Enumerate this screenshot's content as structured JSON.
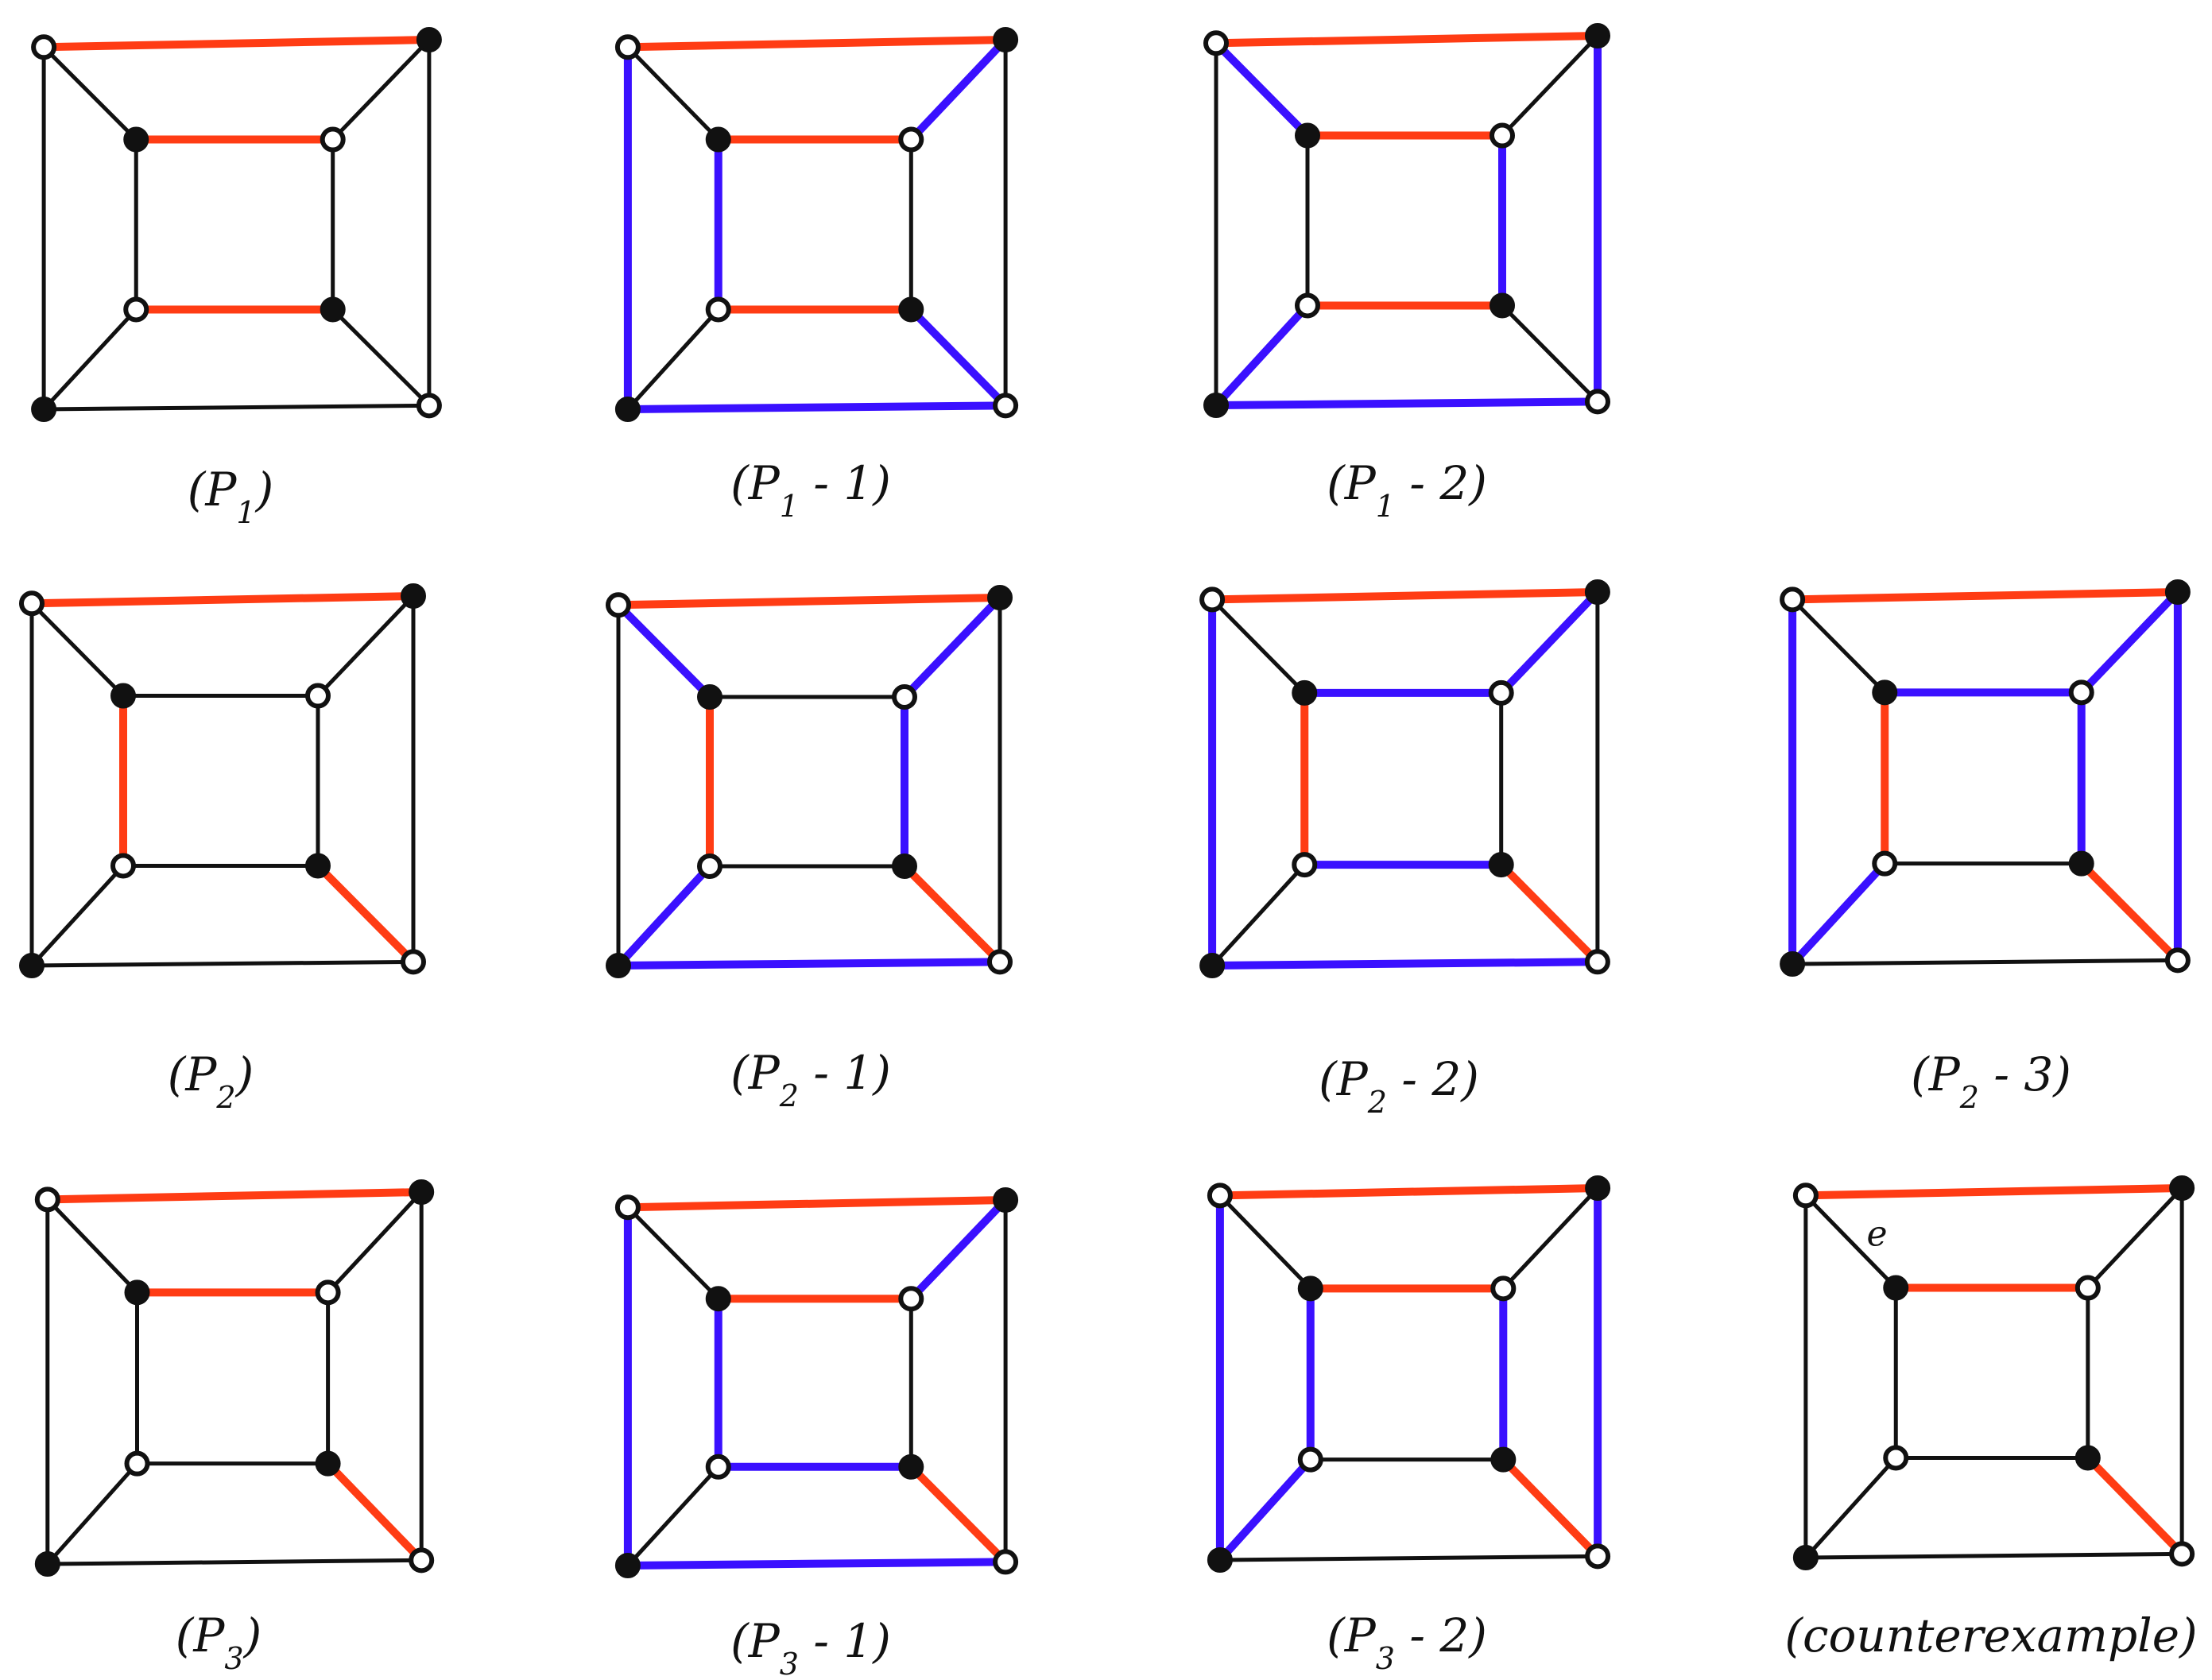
{
  "colors": {
    "red": "#ff3c14",
    "blue": "#3a10ff",
    "black": "#111111",
    "background": "#ffffff"
  },
  "graph": {
    "vertex_order": [
      "outer-top-left",
      "outer-top-right",
      "outer-bottom-right",
      "outer-bottom-left",
      "inner-top-left",
      "inner-top-right",
      "inner-bottom-right",
      "inner-bottom-left"
    ],
    "edge_order": [
      "outer-top",
      "outer-right",
      "outer-bottom",
      "outer-left",
      "inner-top",
      "inner-right",
      "inner-bottom",
      "inner-left",
      "spoke-top-left",
      "spoke-top-right",
      "spoke-bottom-right",
      "spoke-bottom-left"
    ],
    "vertex_fill_note": "filled = black vertex, hollow = white vertex"
  },
  "panels": [
    {
      "id": "p1",
      "caption": {
        "pre": "(P",
        "sub": "1",
        "post": ")"
      },
      "vertices": [
        "hollow",
        "filled",
        "hollow",
        "filled",
        "filled",
        "hollow",
        "filled",
        "hollow"
      ],
      "edges": [
        "red",
        "black",
        "black",
        "black",
        "red",
        "black",
        "red",
        "black",
        "black",
        "black",
        "black",
        "black"
      ]
    },
    {
      "id": "p1-1",
      "caption": {
        "pre": "(P",
        "sub": "1",
        "post": " - 1)"
      },
      "vertices": [
        "hollow",
        "filled",
        "hollow",
        "filled",
        "filled",
        "hollow",
        "filled",
        "hollow"
      ],
      "edges": [
        "red",
        "black",
        "blue",
        "blue",
        "red",
        "black",
        "red",
        "blue",
        "black",
        "blue",
        "blue",
        "black"
      ]
    },
    {
      "id": "p1-2",
      "caption": {
        "pre": "(P",
        "sub": "1",
        "post": " - 2)"
      },
      "vertices": [
        "hollow",
        "filled",
        "hollow",
        "filled",
        "filled",
        "hollow",
        "filled",
        "hollow"
      ],
      "edges": [
        "red",
        "blue",
        "blue",
        "black",
        "red",
        "blue",
        "red",
        "black",
        "blue",
        "black",
        "black",
        "blue"
      ]
    },
    {
      "id": "p2",
      "caption": {
        "pre": "(P",
        "sub": "2",
        "post": ")"
      },
      "vertices": [
        "hollow",
        "filled",
        "hollow",
        "filled",
        "filled",
        "hollow",
        "filled",
        "hollow"
      ],
      "edges": [
        "red",
        "black",
        "black",
        "black",
        "black",
        "black",
        "black",
        "red",
        "black",
        "black",
        "red",
        "black"
      ]
    },
    {
      "id": "p2-1",
      "caption": {
        "pre": "(P",
        "sub": "2",
        "post": " - 1)"
      },
      "vertices": [
        "hollow",
        "filled",
        "hollow",
        "filled",
        "filled",
        "hollow",
        "filled",
        "hollow"
      ],
      "edges": [
        "red",
        "black",
        "blue",
        "black",
        "black",
        "blue",
        "black",
        "red",
        "blue",
        "blue",
        "red",
        "blue"
      ]
    },
    {
      "id": "p2-2",
      "caption": {
        "pre": "(P",
        "sub": "2",
        "post": " - 2)"
      },
      "vertices": [
        "hollow",
        "filled",
        "hollow",
        "filled",
        "filled",
        "hollow",
        "filled",
        "hollow"
      ],
      "edges": [
        "red",
        "black",
        "blue",
        "blue",
        "blue",
        "black",
        "blue",
        "red",
        "black",
        "blue",
        "red",
        "black"
      ]
    },
    {
      "id": "p2-3",
      "caption": {
        "pre": "(P",
        "sub": "2",
        "post": " - 3)"
      },
      "vertices": [
        "hollow",
        "filled",
        "hollow",
        "filled",
        "filled",
        "hollow",
        "filled",
        "hollow"
      ],
      "edges": [
        "red",
        "blue",
        "black",
        "blue",
        "blue",
        "blue",
        "black",
        "red",
        "black",
        "blue",
        "red",
        "blue"
      ]
    },
    {
      "id": "p3",
      "caption": {
        "pre": "(P",
        "sub": "3",
        "post": ")"
      },
      "vertices": [
        "hollow",
        "filled",
        "hollow",
        "filled",
        "filled",
        "hollow",
        "filled",
        "hollow"
      ],
      "edges": [
        "red",
        "black",
        "black",
        "black",
        "red",
        "black",
        "black",
        "black",
        "black",
        "black",
        "red",
        "black"
      ]
    },
    {
      "id": "p3-1",
      "caption": {
        "pre": "(P",
        "sub": "3",
        "post": " - 1)"
      },
      "vertices": [
        "hollow",
        "filled",
        "hollow",
        "filled",
        "filled",
        "hollow",
        "filled",
        "hollow"
      ],
      "edges": [
        "red",
        "black",
        "blue",
        "blue",
        "red",
        "black",
        "blue",
        "blue",
        "black",
        "blue",
        "red",
        "black"
      ]
    },
    {
      "id": "p3-2",
      "caption": {
        "pre": "(P",
        "sub": "3",
        "post": " - 2)"
      },
      "vertices": [
        "hollow",
        "filled",
        "hollow",
        "filled",
        "filled",
        "hollow",
        "filled",
        "hollow"
      ],
      "edges": [
        "red",
        "blue",
        "black",
        "blue",
        "red",
        "blue",
        "black",
        "blue",
        "black",
        "black",
        "red",
        "blue"
      ]
    },
    {
      "id": "counterexample",
      "caption": {
        "pre": "(counterexample)",
        "sub": "",
        "post": ""
      },
      "edge_label": "e",
      "vertices": [
        "hollow",
        "filled",
        "hollow",
        "filled",
        "filled",
        "hollow",
        "filled",
        "hollow"
      ],
      "edges": [
        "red",
        "black",
        "black",
        "black",
        "red",
        "black",
        "black",
        "black",
        "black",
        "black",
        "red",
        "black"
      ]
    }
  ]
}
